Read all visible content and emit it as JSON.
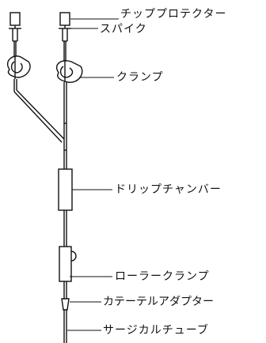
{
  "labels": {
    "tip_protector": "チッププロテクター",
    "spike": "スパイク",
    "clamp": "クランプ",
    "drip_chamber": "ドリップチャンバー",
    "roller_clamp": "ローラークランプ",
    "catheter_adapter": "カテーテルアダプター",
    "surgical_tube": "サージカルチューブ"
  }
}
